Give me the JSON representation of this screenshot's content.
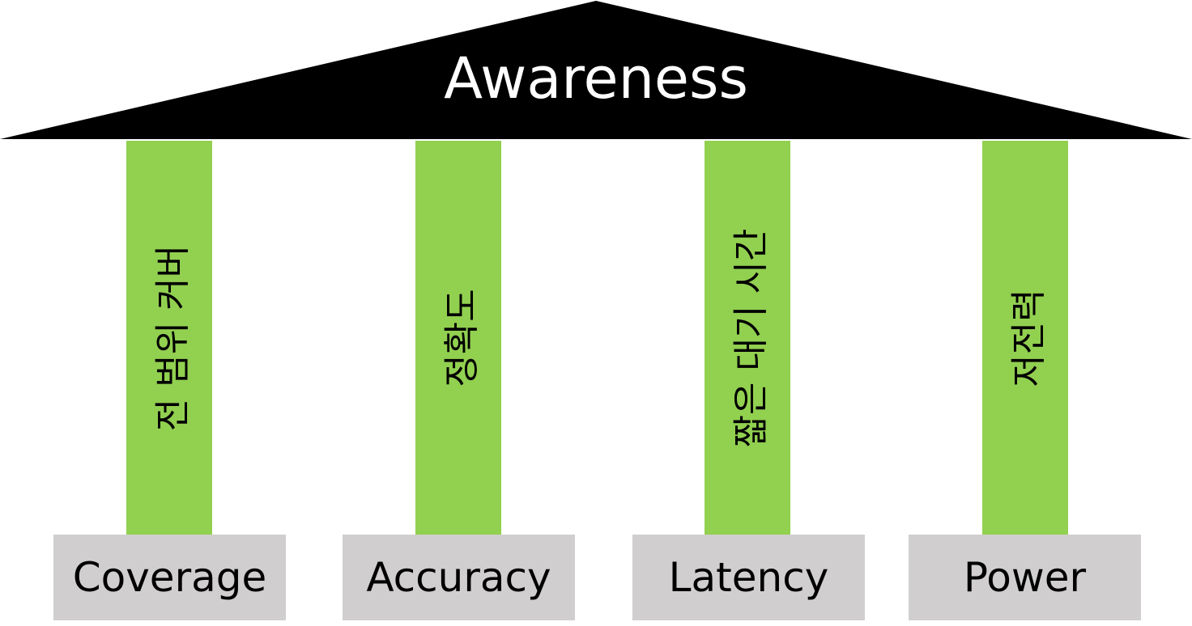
{
  "title": "Awareness",
  "colors": {
    "roof": "#000000",
    "roof_text": "#ffffff",
    "pillar": "#92d050",
    "base": "#d0cece"
  },
  "pillars": [
    {
      "korean": "전 범위 커버",
      "english": "Coverage"
    },
    {
      "korean": "정확도",
      "english": "Accuracy"
    },
    {
      "korean": "짧은 대기 시간",
      "english": "Latency"
    },
    {
      "korean": "저전력",
      "english": "Power"
    }
  ]
}
